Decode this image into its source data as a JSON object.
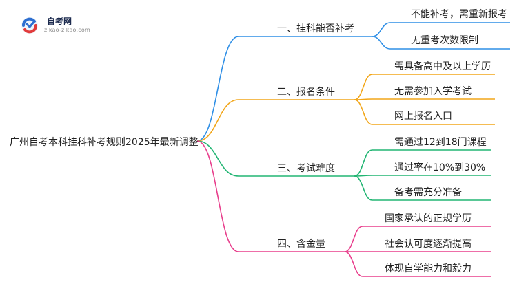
{
  "logo": {
    "name": "自考网",
    "url": "zikao-zikao.com"
  },
  "root": "广州自考本科挂科补考规则2025年最新调整",
  "colors": {
    "branch1": "#2f8fe6",
    "branch2": "#f2a619",
    "branch3": "#22b573",
    "branch4": "#e83e8c"
  },
  "branches": [
    {
      "label": "一、挂科能否补考",
      "leaves": [
        "不能补考，需重新报考",
        "无重考次数限制"
      ]
    },
    {
      "label": "二、报名条件",
      "leaves": [
        "需具备高中及以上学历",
        "无需参加入学考试",
        "网上报名入口"
      ]
    },
    {
      "label": "三、考试难度",
      "leaves": [
        "需通过12到18门课程",
        "通过率在10%到30%",
        "备考需充分准备"
      ]
    },
    {
      "label": "四、含金量",
      "leaves": [
        "国家承认的正规学历",
        "社会认可度逐渐提高",
        "体现自学能力和毅力"
      ]
    }
  ]
}
